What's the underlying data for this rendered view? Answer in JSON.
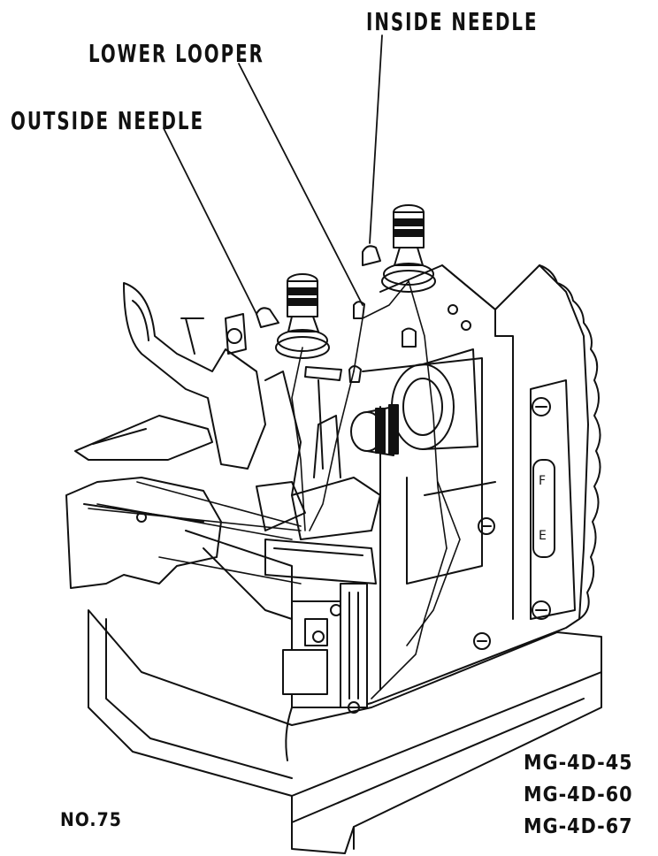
{
  "callouts": {
    "inside_needle": "INSIDE NEEDLE",
    "lower_looper": "LOWER LOOPER",
    "outside_needle": "OUTSIDE NEEDLE"
  },
  "figure_number": "NO.75",
  "models": [
    "MG-4D-45",
    "MG-4D-60",
    "MG-4D-67"
  ],
  "plate_letters": [
    "F",
    "E"
  ],
  "colors": {
    "ink": "#111111",
    "paper": "#ffffff"
  }
}
